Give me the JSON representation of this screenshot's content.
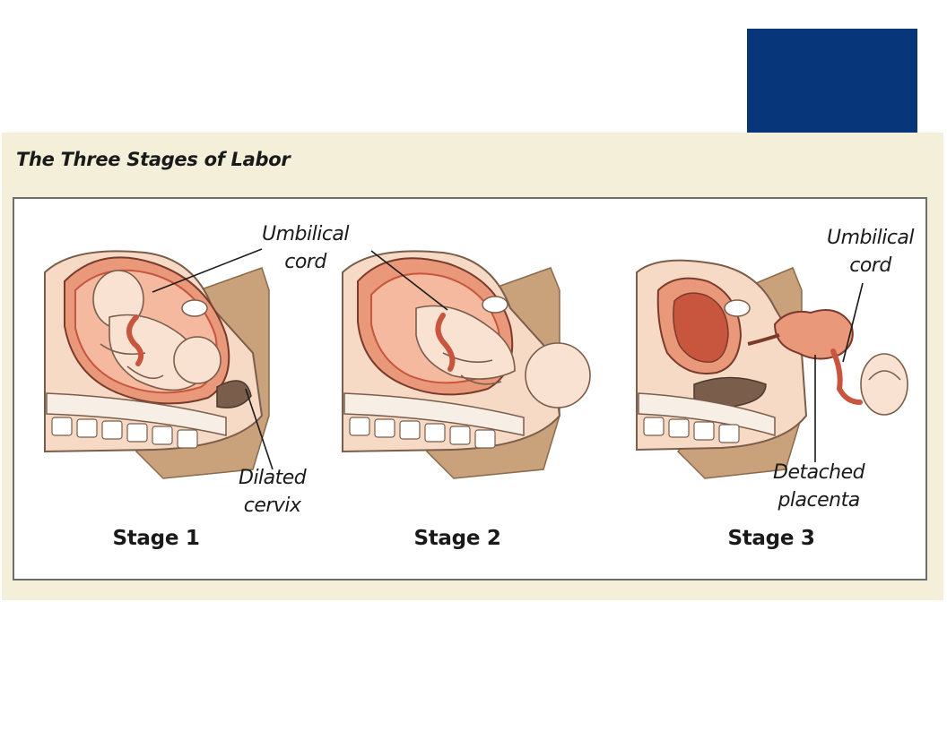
{
  "figure": {
    "title": "The Three Stages of Labor",
    "stages": [
      {
        "label": "Stage 1"
      },
      {
        "label": "Stage 2"
      },
      {
        "label": "Stage 3"
      }
    ],
    "callouts": {
      "stage1_umbilical": [
        "Umbilical",
        "cord"
      ],
      "stage1_cervix": [
        "Dilated",
        "cervix"
      ],
      "stage3_umbilical": [
        "Umbilical",
        "cord"
      ],
      "stage3_placenta": [
        "Detached",
        "placenta"
      ]
    }
  },
  "colors": {
    "header_block": "#08367a",
    "panel_background": "#f3efd9",
    "skin": "#f6dac6",
    "body_brown": "#c9a27c",
    "uterus": "#e9987a",
    "tissue": "#c8553d",
    "cervix_dark": "#7a5d4a"
  }
}
